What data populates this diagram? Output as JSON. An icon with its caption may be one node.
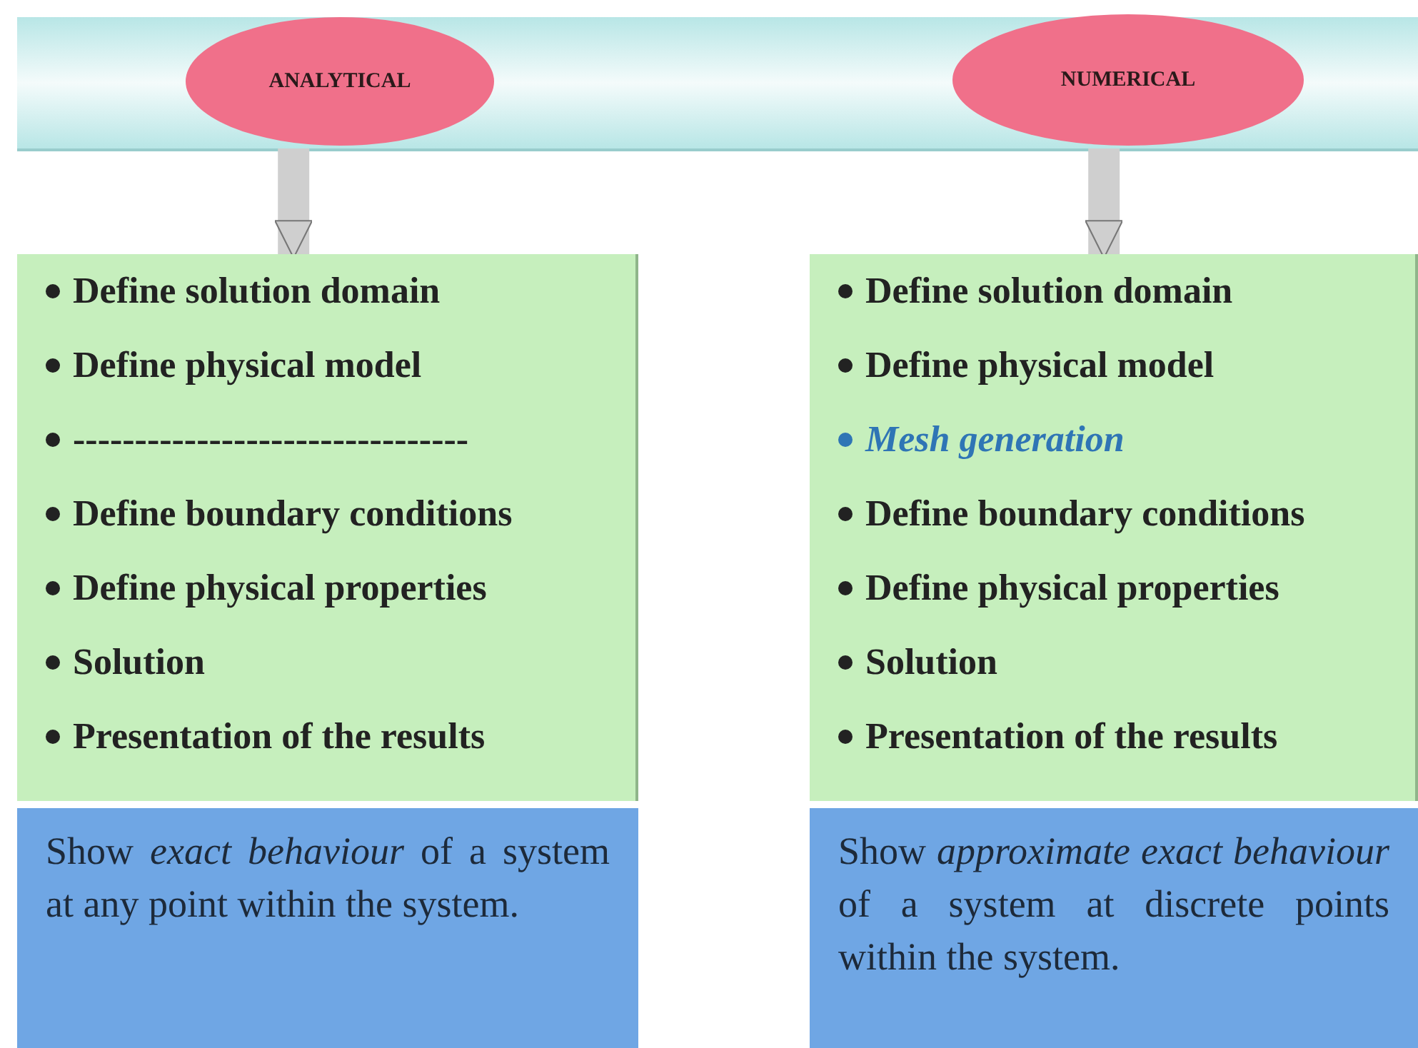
{
  "diagram": {
    "nodes": [
      {
        "text": [
          "ANALYTICAL"
        ]
      },
      {
        "text": [
          "NUMERICAL"
        ]
      },
      {
        "text": [
          "Define solution domain",
          "Define physical model",
          "--------------------------------",
          "Define boundary conditions",
          "Define physical properties",
          "Solution",
          "Presentation of the results"
        ]
      },
      {
        "text": [
          "Define solution domain",
          "Define physical model",
          "Mesh generation",
          "Define boundary conditions",
          "Define physical properties",
          "Solution",
          "Presentation of the results"
        ]
      },
      {
        "text": [
          "Show *exact behaviour* of a system at any point within the system."
        ]
      },
      {
        "text": [
          "Show *approximate exact behaviour* of a system at discrete points within the system."
        ]
      }
    ],
    "edges": [
      {
        "from": 0,
        "to": 2,
        "arrow": "to"
      },
      {
        "from": 1,
        "to": 3,
        "arrow": "to"
      }
    ]
  }
}
